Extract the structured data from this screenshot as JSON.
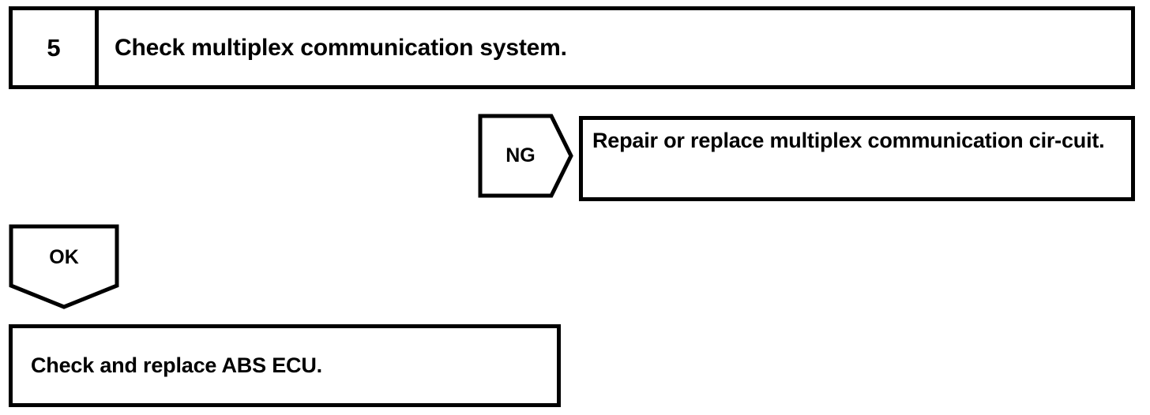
{
  "diagram": {
    "type": "troubleshooting-flowchart",
    "stroke_color": "#000000",
    "background_color": "#ffffff",
    "step": {
      "number": "5",
      "title": "Check multiplex communication system."
    },
    "branches": {
      "ng": {
        "label": "NG",
        "shape": "right-pointing-pentagon",
        "result": "Repair or replace multiplex communication cir-cuit."
      },
      "ok": {
        "label": "OK",
        "shape": "down-pointing-pentagon",
        "result": "Check and replace ABS ECU."
      }
    }
  }
}
